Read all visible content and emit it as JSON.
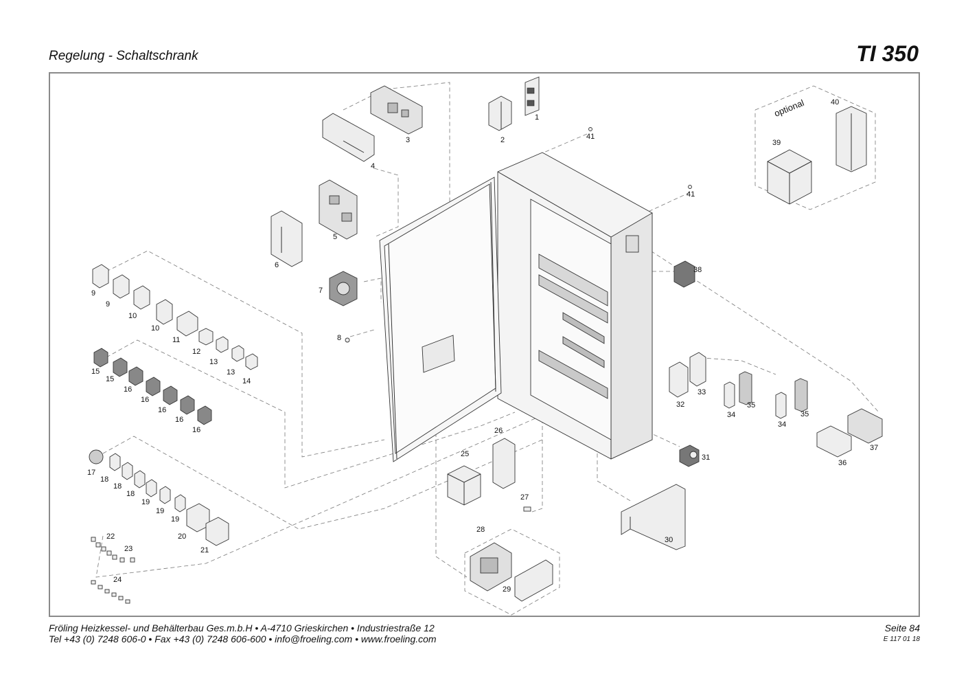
{
  "header": {
    "title": "Regelung - Schaltschrank",
    "model": "TI 350"
  },
  "footer": {
    "company_line": "Fröling Heizkessel- und Behälterbau Ges.m.b.H   •   A-4710 Grieskirchen   •   Industriestraße 12",
    "contact_line": "Tel +43 (0) 7248 606-0   •   Fax +43 (0) 7248 606-600   •   info@froeling.com   •   www.froeling.com",
    "page": "Seite 84",
    "doc_code": "E 117 01 18"
  },
  "diagram": {
    "optional_label": "optional",
    "labels": {
      "l1": "1",
      "l2": "2",
      "l3": "3",
      "l4": "4",
      "l5": "5",
      "l6": "6",
      "l7": "7",
      "l8": "8",
      "l9a": "9",
      "l9b": "9",
      "l10a": "10",
      "l10b": "10",
      "l11": "11",
      "l12": "12",
      "l13a": "13",
      "l13b": "13",
      "l14": "14",
      "l15a": "15",
      "l15b": "15",
      "l16a": "16",
      "l16b": "16",
      "l16c": "16",
      "l16d": "16",
      "l16e": "16",
      "l17": "17",
      "l18a": "18",
      "l18b": "18",
      "l18c": "18",
      "l19a": "19",
      "l19b": "19",
      "l19c": "19",
      "l20": "20",
      "l21": "21",
      "l22": "22",
      "l23": "23",
      "l24": "24",
      "l25": "25",
      "l26": "26",
      "l27": "27",
      "l28": "28",
      "l29": "29",
      "l30": "30",
      "l31": "31",
      "l32": "32",
      "l33": "33",
      "l34a": "34",
      "l34b": "34",
      "l35a": "35",
      "l35b": "35",
      "l36": "36",
      "l37": "37",
      "l38": "38",
      "l39": "39",
      "l40": "40",
      "l41a": "41",
      "l41b": "41"
    }
  }
}
